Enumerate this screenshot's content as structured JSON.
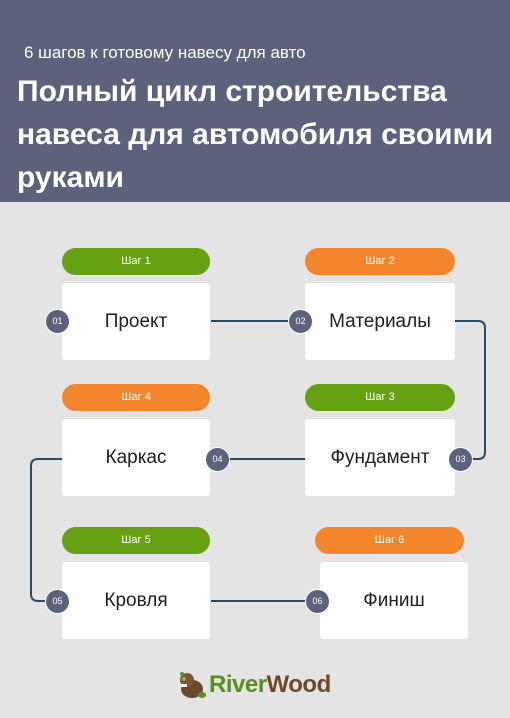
{
  "header": {
    "subtitle": "6 шагов к готовому навесу для авто",
    "title": "Полный цикл строительства навеса для автомобиля своими руками"
  },
  "steps": [
    {
      "pill": "Шаг 1",
      "label": "Проект",
      "number": "01",
      "pill_color": "#66a114"
    },
    {
      "pill": "Шаг 2",
      "label": "Материалы",
      "number": "02",
      "pill_color": "#f3852c"
    },
    {
      "pill": "Шаг 3",
      "label": "Фундамент",
      "number": "03",
      "pill_color": "#66a114"
    },
    {
      "pill": "Шаг 4",
      "label": "Каркас",
      "number": "04",
      "pill_color": "#f3852c"
    },
    {
      "pill": "Шаг 5",
      "label": "Кровля",
      "number": "05",
      "pill_color": "#66a114"
    },
    {
      "pill": "Шаг 6",
      "label": "Финиш",
      "number": "06",
      "pill_color": "#f3852c"
    }
  ],
  "logo": {
    "river": "River",
    "wood": "Wood"
  },
  "colors": {
    "header_bg": "#5c627c",
    "page_bg": "#e4e4e4",
    "green": "#66a114",
    "orange": "#f3852c",
    "connector": "#2b4a63"
  }
}
